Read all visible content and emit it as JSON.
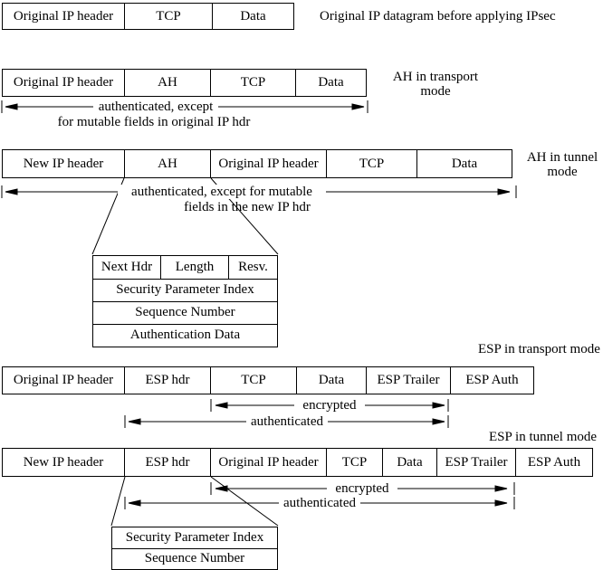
{
  "colors": {
    "line": "#000000",
    "background": "#ffffff",
    "text": "#000000"
  },
  "caption_original": "Original IP datagram before applying IPsec",
  "rows": {
    "original": {
      "cells": [
        "Original IP header",
        "TCP",
        "Data"
      ]
    },
    "ah_transport": {
      "cells": [
        "Original IP header",
        "AH",
        "TCP",
        "Data"
      ],
      "label1": "AH in transport",
      "label2": "mode",
      "annotation1": "authenticated, except",
      "annotation2": "for mutable fields in original IP hdr"
    },
    "ah_tunnel": {
      "cells": [
        "New IP header",
        "AH",
        "Original IP header",
        "TCP",
        "Data"
      ],
      "label1": "AH in tunnel",
      "label2": "mode",
      "annotation1": "authenticated, except for mutable",
      "annotation2": "fields in the new IP hdr"
    },
    "esp_transport": {
      "cells": [
        "Original IP header",
        "ESP hdr",
        "TCP",
        "Data",
        "ESP Trailer",
        "ESP Auth"
      ],
      "label": "ESP in transport mode",
      "encrypted": "encrypted",
      "authenticated": "authenticated"
    },
    "esp_tunnel": {
      "cells": [
        "New IP header",
        "ESP hdr",
        "Original IP header",
        "TCP",
        "Data",
        "ESP Trailer",
        "ESP Auth"
      ],
      "label": "ESP in tunnel mode",
      "encrypted": "encrypted",
      "authenticated": "authenticated"
    }
  },
  "ah_detail": {
    "header_cells": [
      "Next Hdr",
      "Length",
      "Resv."
    ],
    "rows": [
      "Security Parameter Index",
      "Sequence Number",
      "Authentication Data"
    ]
  },
  "esp_detail": {
    "rows": [
      "Security Parameter Index",
      "Sequence Number"
    ]
  }
}
